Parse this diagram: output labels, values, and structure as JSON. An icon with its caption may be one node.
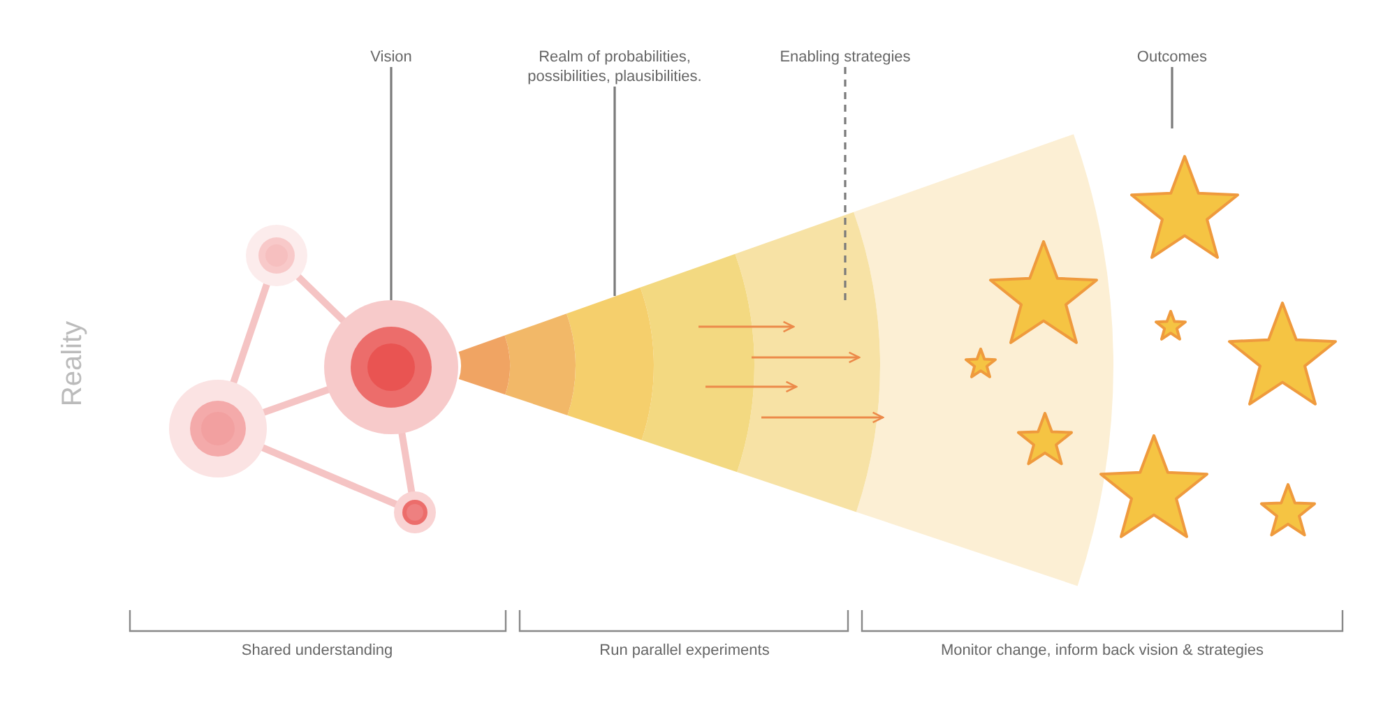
{
  "diagram": {
    "nodes": [
      {
        "text": [
          "Vision"
        ]
      },
      {
        "text": [
          "Realm of probabilities, possibilities, plausibilities."
        ]
      },
      {
        "text": [
          "Enabling strategies"
        ]
      },
      {
        "text": [
          "Outcomes"
        ]
      },
      {
        "text": [],
        "shape": "circle"
      },
      {
        "text": [],
        "shape": "circle"
      },
      {
        "text": [],
        "shape": "circle"
      },
      {
        "text": [],
        "shape": "circle"
      },
      {
        "text": [],
        "shape": "cone"
      }
    ],
    "edges": [
      {
        "from": 0,
        "to": 6,
        "arrow": "none",
        "color": "#7a7a7a"
      },
      {
        "from": 1,
        "to": 8,
        "arrow": "none",
        "color": "#7a7a7a"
      },
      {
        "from": 2,
        "to": 8,
        "arrow": "none",
        "style": "dashed",
        "color": "#7a7a7a"
      },
      {
        "from": 3,
        "to": null,
        "arrow": "none",
        "color": "#7a7a7a"
      },
      {
        "from": 5,
        "to": 6,
        "arrow": "none"
      },
      {
        "from": 5,
        "to": 4,
        "arrow": "none"
      },
      {
        "from": 4,
        "to": 6,
        "arrow": "none"
      },
      {
        "from": 4,
        "to": 7,
        "arrow": "none"
      },
      {
        "from": 6,
        "to": 7,
        "arrow": "none"
      }
    ],
    "labels": [
      "Reality",
      "Shared understanding",
      "Run parallel experiments",
      "Monitor change, inform back vision & strategies"
    ]
  }
}
